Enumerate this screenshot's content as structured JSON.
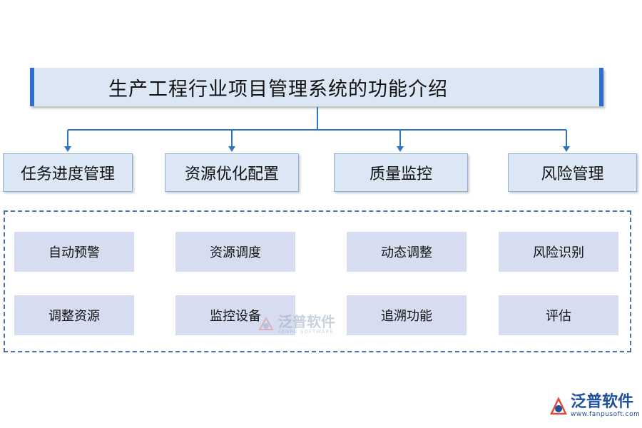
{
  "title": "生产工程行业项目管理系统的功能介绍",
  "categories": [
    "任务进度管理",
    "资源优化配置",
    "质量监控",
    "风险管理"
  ],
  "features": [
    [
      "自动预警",
      "资源调度",
      "动态调整",
      "风险识别"
    ],
    [
      "调整资源",
      "监控设备",
      "追溯功能",
      "评估"
    ]
  ],
  "watermark": {
    "text": "泛普软件",
    "sub": "FANPU SOFTWARE"
  },
  "logo": {
    "brand": "泛普软件",
    "url": "www.fanpusoft.com"
  },
  "colors": {
    "accent": "#2f6fc6",
    "box_fill": "#dbe7f5",
    "feature_fill": "#d7ddf0",
    "connector": "#2e74c4"
  }
}
